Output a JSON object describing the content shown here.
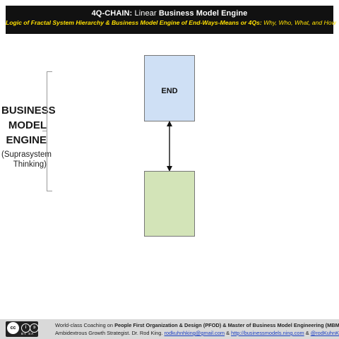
{
  "header": {
    "title_part1": "4Q-CHAIN:",
    "title_part2": "Linear",
    "title_part3": "Business Model Engine",
    "subtitle_part1": "Logic of Fractal System Hierarchy & Business Model Engine of End-Ways-Means or 4Qs:",
    "subtitle_part2": "Why, Who, What, and How"
  },
  "side_label": {
    "line1": "BUSINESS",
    "line2": "MODEL",
    "line3": "ENGINE",
    "sub1": "(Suprasystem",
    "sub2": "Thinking)"
  },
  "diagram": {
    "top_box_label": "END",
    "top_box_color": "#cfe0f5",
    "bottom_box_label": "",
    "bottom_box_color": "#d3e4b8",
    "connector": "double-headed-arrow"
  },
  "footer": {
    "license_icon": "cc-by-sa-icon",
    "license_tags": "BY  SA",
    "line1_a": "World-class Coaching on",
    "line1_b": "People First Organization & Design (PFOD) & Master of Business Model Engineering (MBME)",
    "line2_a": "Ambidextrous Growth Strategist. Dr. Rod King.",
    "email": "rodkuhnhking@gmail.com",
    "amp1": "&",
    "url": "http://businessmodels.ning.com",
    "amp2": "&",
    "twitter": "@rodKuhnKing"
  }
}
